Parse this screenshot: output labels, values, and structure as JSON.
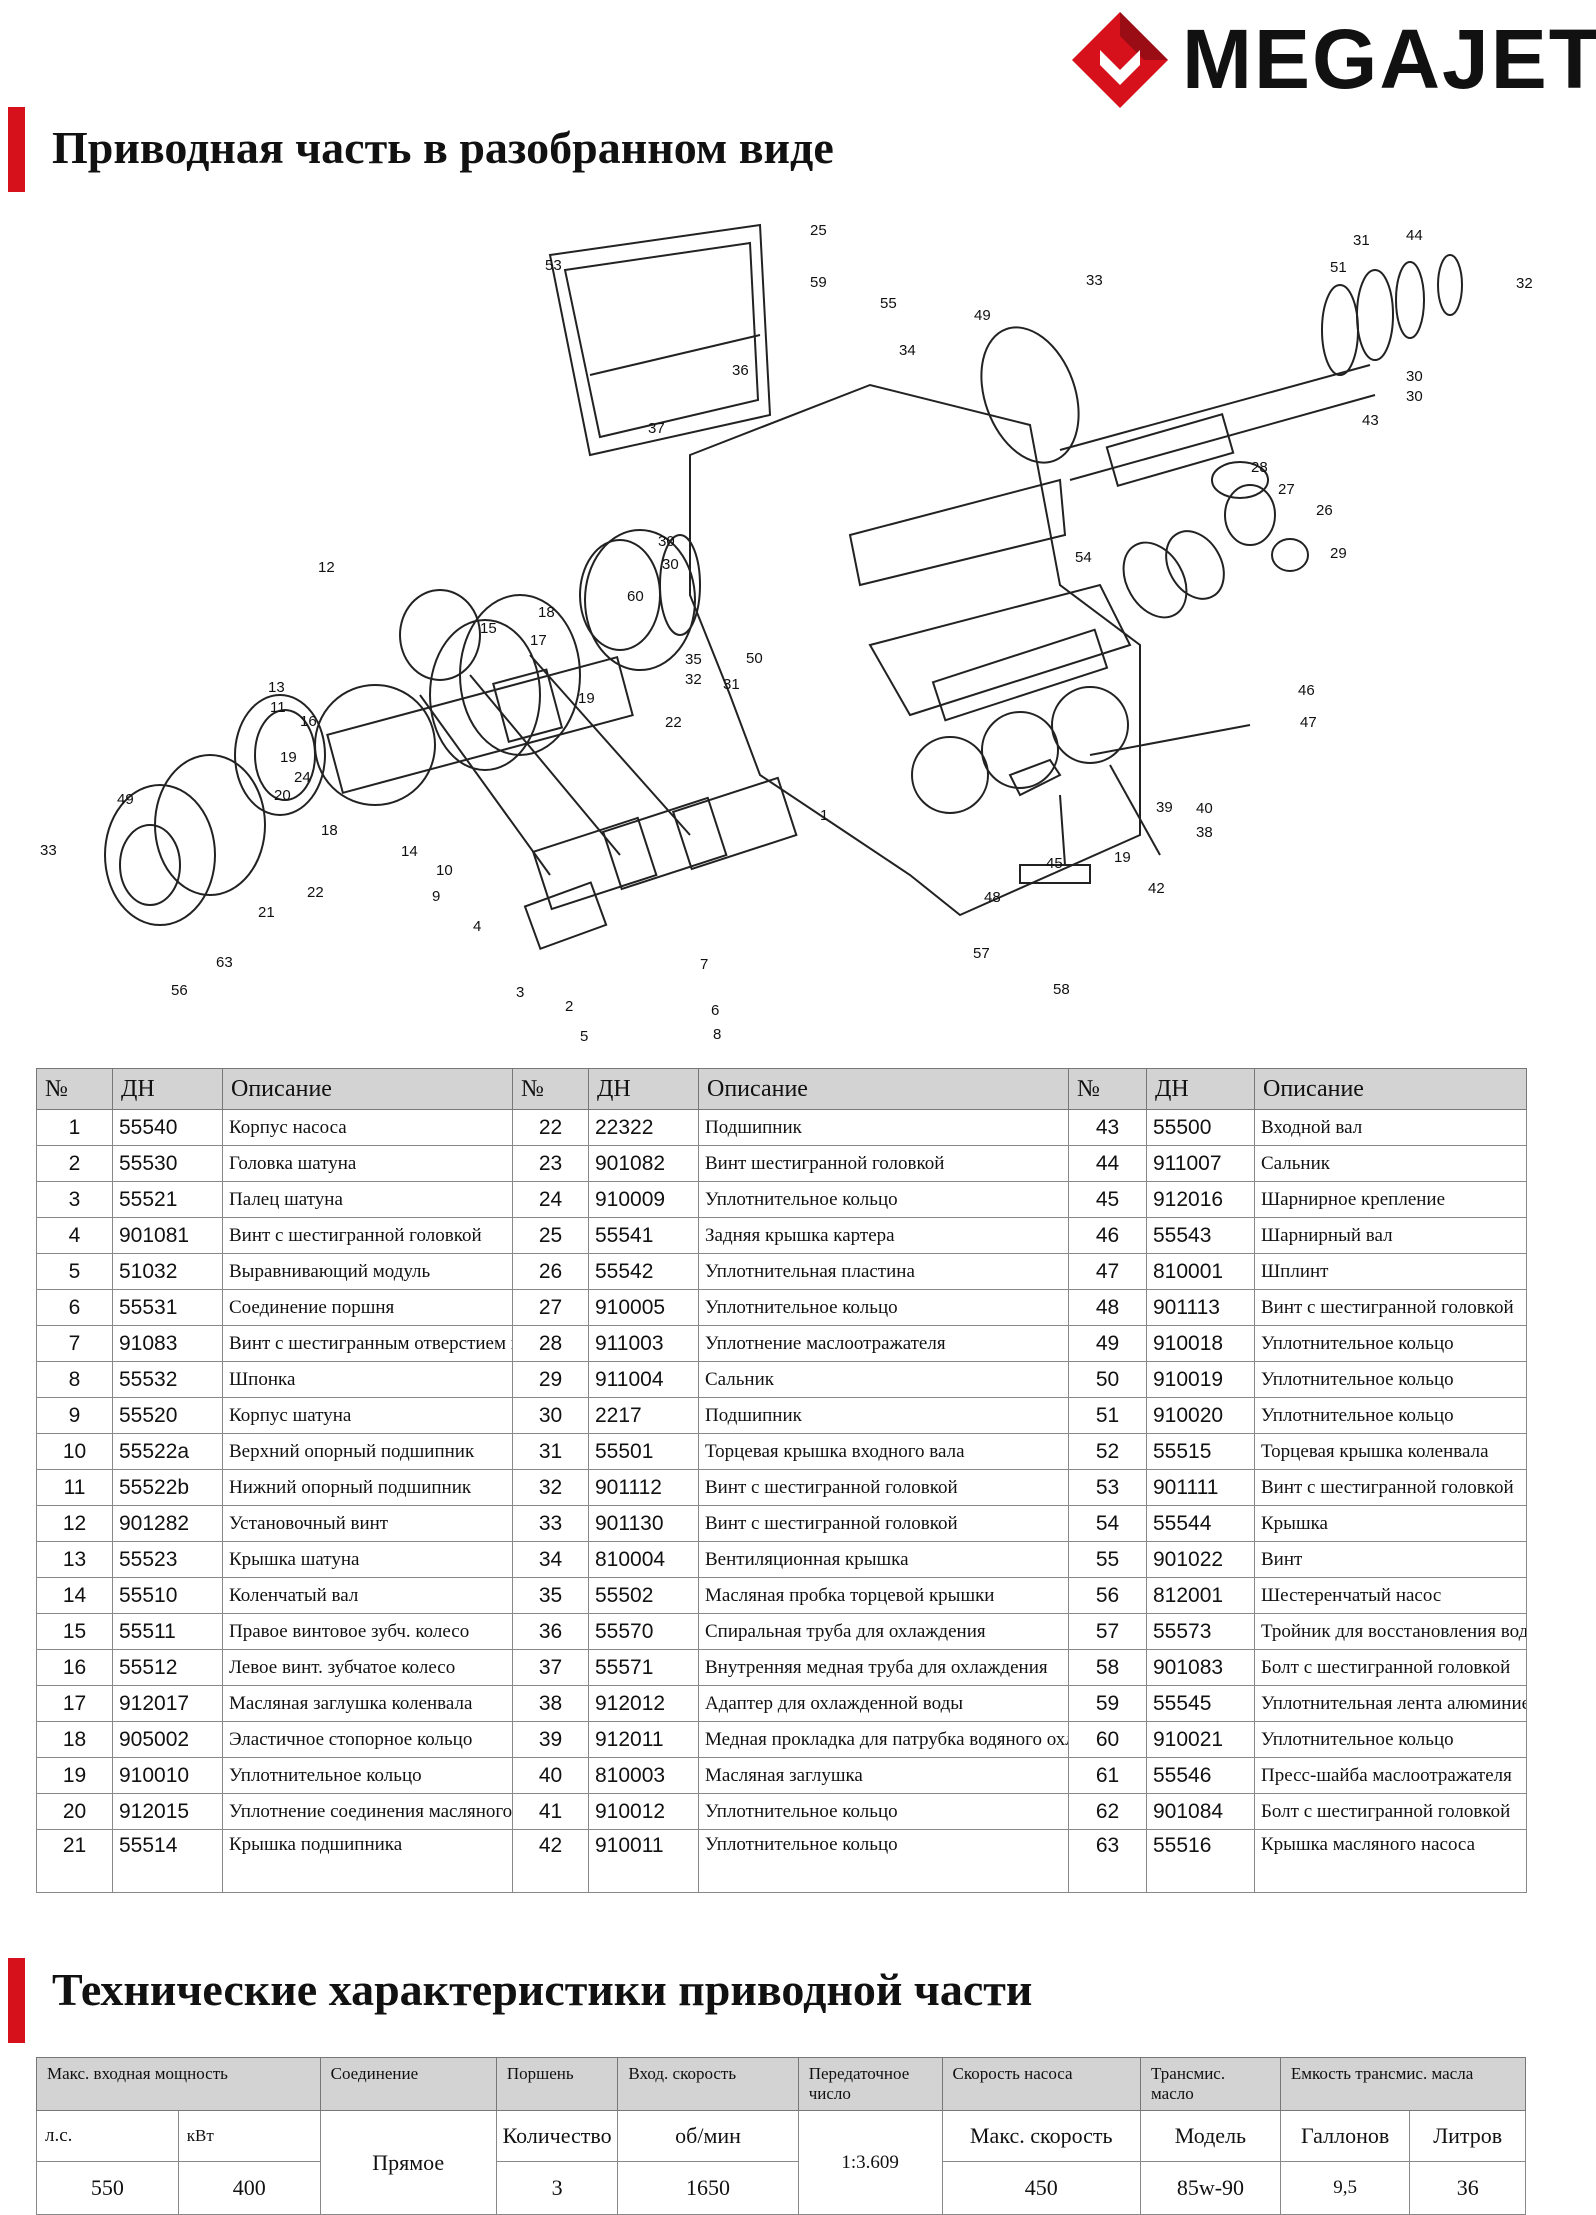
{
  "brand": {
    "name": "MEGAJET",
    "accent_color": "#d7111b"
  },
  "section1": {
    "title": "Приводная часть в разобранном виде"
  },
  "diagram": {
    "callouts": [
      "25",
      "53",
      "59",
      "55",
      "36",
      "37",
      "33",
      "49",
      "34",
      "31",
      "44",
      "51",
      "32",
      "30",
      "30",
      "43",
      "28",
      "27",
      "26",
      "29",
      "54",
      "12",
      "15",
      "18",
      "17",
      "30",
      "30",
      "60",
      "19",
      "13",
      "11",
      "16",
      "50",
      "35",
      "32",
      "31",
      "22",
      "46",
      "47",
      "1",
      "24",
      "19",
      "20",
      "18",
      "49",
      "33",
      "22",
      "21",
      "14",
      "10",
      "9",
      "4",
      "63",
      "56",
      "3",
      "2",
      "5",
      "7",
      "6",
      "8",
      "45",
      "39",
      "40",
      "38",
      "42",
      "19",
      "48",
      "57",
      "58"
    ]
  },
  "parts_table": {
    "headers": [
      {
        "no": "№",
        "dn": "ДН",
        "desc": "Описание"
      },
      {
        "no": "№",
        "dn": "ДН",
        "desc": "Описание"
      },
      {
        "no": "№",
        "dn": "ДН",
        "desc": "Описание"
      }
    ],
    "rows": [
      [
        [
          "1",
          "55540",
          "Корпус насоса"
        ],
        [
          "22",
          "22322",
          "Подшипник"
        ],
        [
          "43",
          "55500",
          "Входной вал"
        ]
      ],
      [
        [
          "2",
          "55530",
          "Головка шатуна"
        ],
        [
          "23",
          "901082",
          "Винт шестигранной головкой"
        ],
        [
          "44",
          "911007",
          "Сальник"
        ]
      ],
      [
        [
          "3",
          "55521",
          "Палец шатуна"
        ],
        [
          "24",
          "910009",
          "Уплотнительное кольцо"
        ],
        [
          "45",
          "912016",
          "Шарнирное крепление"
        ]
      ],
      [
        [
          "4",
          "901081",
          "Винт с шестигранной головкой"
        ],
        [
          "25",
          "55541",
          "Задняя крышка картера"
        ],
        [
          "46",
          "55543",
          "Шарнирный вал"
        ]
      ],
      [
        [
          "5",
          "51032",
          "Выравнивающий модуль"
        ],
        [
          "26",
          "55542",
          "Уплотнительная пластина"
        ],
        [
          "47",
          "810001",
          "Шплинт"
        ]
      ],
      [
        [
          "6",
          "55531",
          "Соединение поршня"
        ],
        [
          "27",
          "910005",
          "Уплотнительное кольцо"
        ],
        [
          "48",
          "901113",
          "Винт с шестигранной головкой"
        ]
      ],
      [
        [
          "7",
          "91083",
          "Винт с шестигранным отверстием в головке"
        ],
        [
          "28",
          "911003",
          "Уплотнение маслоотражателя"
        ],
        [
          "49",
          "910018",
          "Уплотнительное кольцо"
        ]
      ],
      [
        [
          "8",
          "55532",
          "Шпонка"
        ],
        [
          "29",
          "911004",
          "Сальник"
        ],
        [
          "50",
          "910019",
          "Уплотнительное кольцо"
        ]
      ],
      [
        [
          "9",
          "55520",
          "Корпус шатуна"
        ],
        [
          "30",
          "2217",
          "Подшипник"
        ],
        [
          "51",
          "910020",
          "Уплотнительное кольцо"
        ]
      ],
      [
        [
          "10",
          "55522a",
          "Верхний опорный подшипник"
        ],
        [
          "31",
          "55501",
          "Торцевая крышка входного вала"
        ],
        [
          "52",
          "55515",
          "Торцевая крышка коленвала"
        ]
      ],
      [
        [
          "11",
          "55522b",
          "Нижний опорный подшипник"
        ],
        [
          "32",
          "901112",
          "Винт с шестигранной головкой"
        ],
        [
          "53",
          "901111",
          "Винт с шестигранной головкой"
        ]
      ],
      [
        [
          "12",
          "901282",
          "Установочный винт"
        ],
        [
          "33",
          "901130",
          "Винт с шестигранной головкой"
        ],
        [
          "54",
          "55544",
          "Крышка"
        ]
      ],
      [
        [
          "13",
          "55523",
          "Крышка шатуна"
        ],
        [
          "34",
          "810004",
          "Вентиляционная крышка"
        ],
        [
          "55",
          "901022",
          "Винт"
        ]
      ],
      [
        [
          "14",
          "55510",
          "Коленчатый вал"
        ],
        [
          "35",
          "55502",
          "Масляная пробка торцевой крышки"
        ],
        [
          "56",
          "812001",
          "Шестеренчатый насос"
        ]
      ],
      [
        [
          "15",
          "55511",
          "Правое винтовое зубч. колесо"
        ],
        [
          "36",
          "55570",
          "Спиральная труба для охлаждения"
        ],
        [
          "57",
          "55573",
          "Тройник для восстановления воды"
        ]
      ],
      [
        [
          "16",
          "55512",
          "Левое винт. зубчатое колесо"
        ],
        [
          "37",
          "55571",
          "Внутренняя медная труба для охлаждения"
        ],
        [
          "58",
          "901083",
          "Болт с шестигранной головкой"
        ]
      ],
      [
        [
          "17",
          "912017",
          "Масляная заглушка коленвала"
        ],
        [
          "38",
          "912012",
          "Адаптер для охлажденной воды"
        ],
        [
          "59",
          "55545",
          "Уплотнительная лента алюминиевой задней крышки"
        ]
      ],
      [
        [
          "18",
          "905002",
          "Эластичное стопорное кольцо"
        ],
        [
          "39",
          "912011",
          "Медная прокладка для патрубка водяного охлаждения"
        ],
        [
          "60",
          "910021",
          "Уплотнительное кольцо"
        ]
      ],
      [
        [
          "19",
          "910010",
          "Уплотнительное кольцо"
        ],
        [
          "40",
          "810003",
          "Масляная заглушка"
        ],
        [
          "61",
          "55546",
          "Пресс-шайба маслоотражателя"
        ]
      ],
      [
        [
          "20",
          "912015",
          "Уплотнение соединения масляного насоса"
        ],
        [
          "41",
          "910012",
          "Уплотнительное кольцо"
        ],
        [
          "62",
          "901084",
          "Болт с шестигранной головкой"
        ]
      ],
      [
        [
          "21",
          "55514",
          "Крышка подшипника"
        ],
        [
          "42",
          "910011",
          "Уплотнительное кольцо"
        ],
        [
          "63",
          "55516",
          "Крышка масляного насоса"
        ]
      ]
    ]
  },
  "section2": {
    "title": "Технические характеристики приводной части"
  },
  "spec_table": {
    "headers": {
      "power": "Макс. входная мощность",
      "connection": "Соединение",
      "pistons": "Поршень",
      "input_speed": "Вход. скорость",
      "gear_ratio": "Передаточное число",
      "pump_speed": "Скорость насоса",
      "transmission_oil": "Трансмис. масло",
      "oil_capacity": "Емкость трансмис. масла"
    },
    "subheaders": {
      "hp": "л.с.",
      "kw": "кВт",
      "quantity": "Количество",
      "rpm": "об/мин",
      "max_speed": "Макс. скорость",
      "model": "Модель",
      "gallons": "Галлонов",
      "liters": "Литров"
    },
    "values": {
      "hp": "550",
      "kw": "400",
      "connection": "Прямое",
      "quantity": "3",
      "rpm": "1650",
      "gear_ratio": "1:3.609",
      "max_speed": "450",
      "model": "85w-90",
      "gallons": "9,5",
      "liters": "36"
    }
  }
}
